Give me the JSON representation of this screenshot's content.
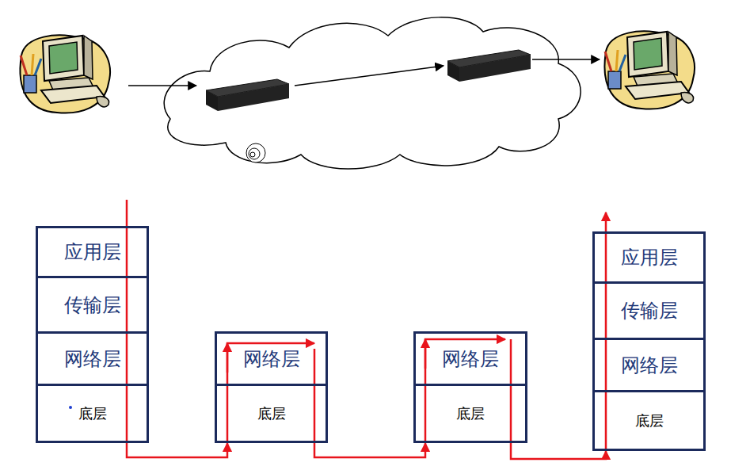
{
  "diagram": {
    "nodes": [
      {
        "text": [
          "应用层"
        ]
      },
      {
        "text": [
          "传输层"
        ]
      },
      {
        "text": [
          "网络层"
        ]
      },
      {
        "text": [
          "底层"
        ]
      },
      {
        "text": [
          "网络层"
        ]
      },
      {
        "text": [
          "底层"
        ]
      },
      {
        "text": [
          "网络层"
        ]
      },
      {
        "text": [
          "底层"
        ]
      },
      {
        "text": [
          "应用层"
        ]
      },
      {
        "text": [
          "传输层"
        ]
      },
      {
        "text": [
          "网络层"
        ]
      },
      {
        "text": [
          "底层"
        ]
      }
    ],
    "edges": [
      {
        "from": 3,
        "to": 5,
        "arrow": "to"
      },
      {
        "from": 5,
        "to": 7,
        "arrow": "to"
      },
      {
        "from": 7,
        "to": 11,
        "arrow": "to"
      }
    ]
  }
}
